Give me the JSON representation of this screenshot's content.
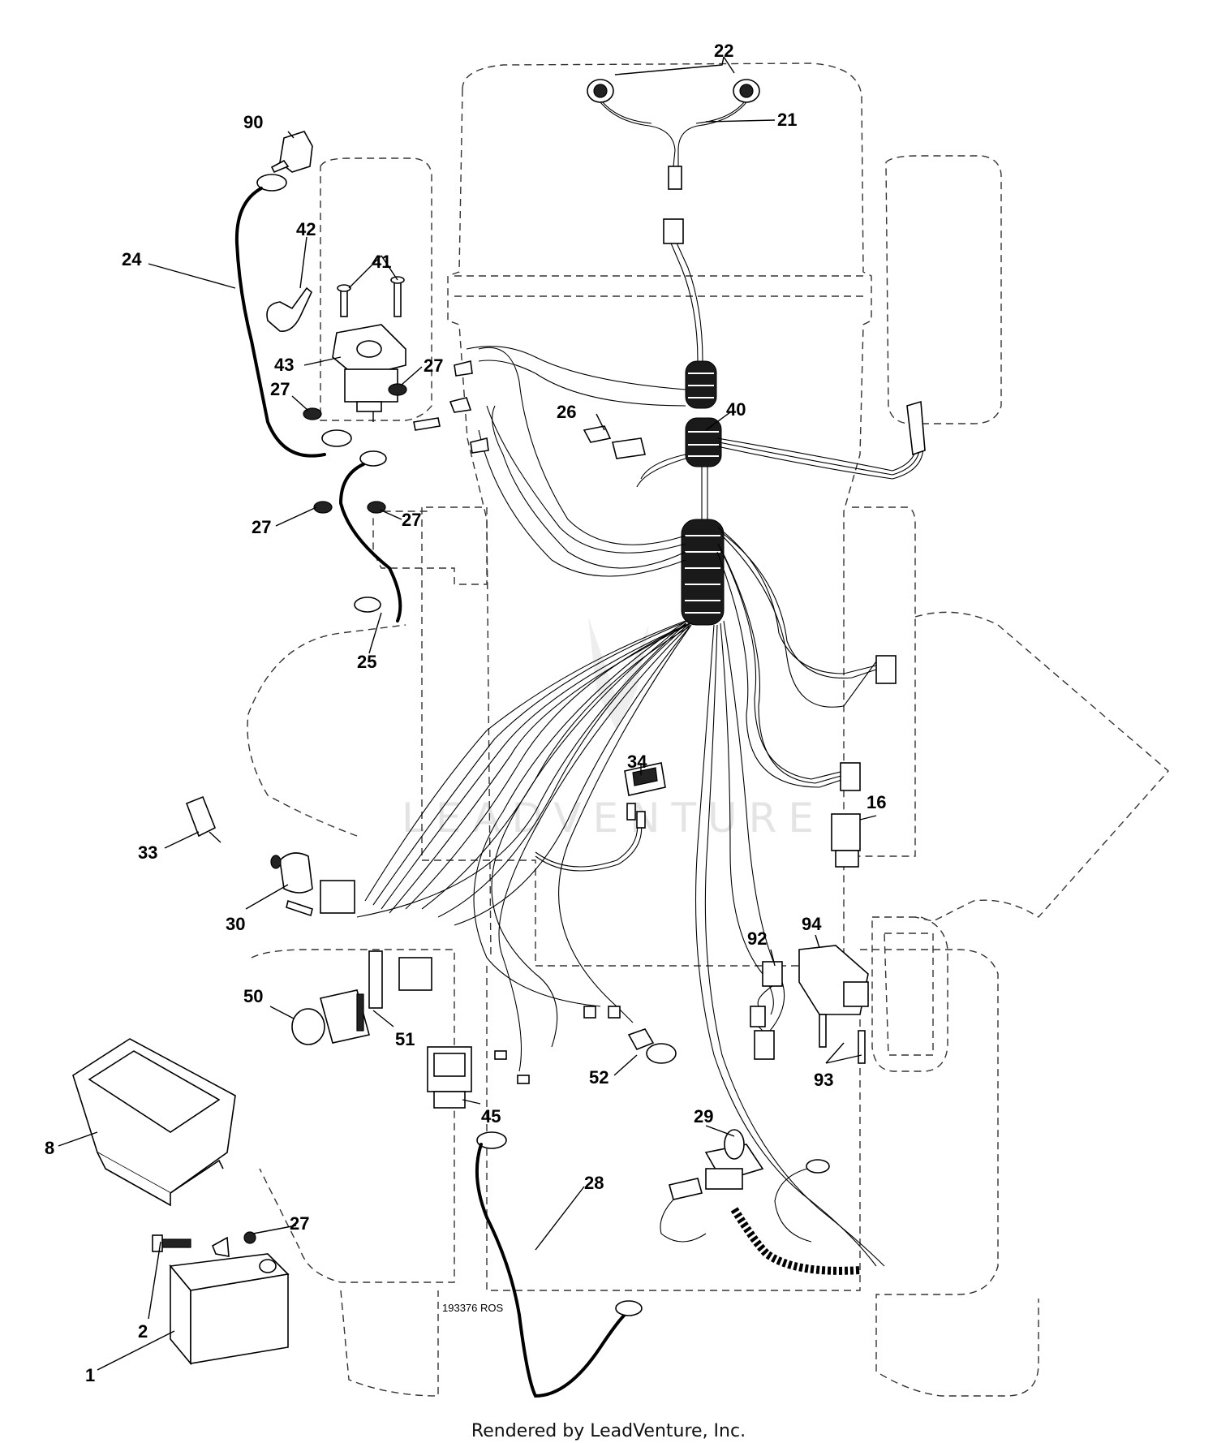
{
  "diagram": {
    "callouts": [
      "22",
      "21",
      "90",
      "42",
      "41",
      "24",
      "43",
      "27",
      "40",
      "26",
      "25",
      "34",
      "16",
      "33",
      "30",
      "92",
      "94",
      "50",
      "51",
      "93",
      "52",
      "45",
      "29",
      "8",
      "28",
      "2",
      "1"
    ],
    "drawing_number": "193376 ROS",
    "footer": "Rendered by LeadVenture, Inc.",
    "watermark": "LEADVENTURE"
  }
}
